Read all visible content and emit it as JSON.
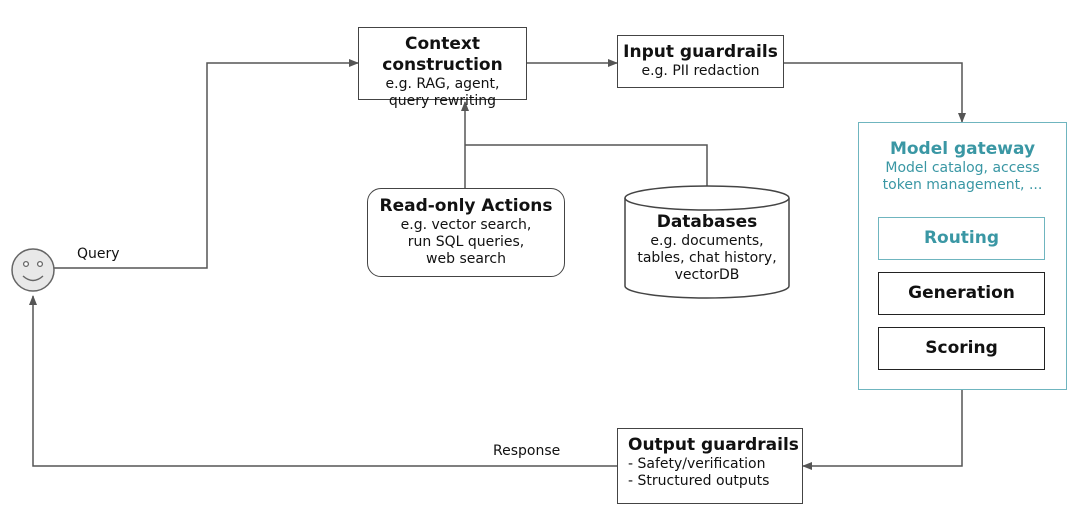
{
  "user": {
    "query_label": "Query",
    "response_label": "Response"
  },
  "context_construction": {
    "title": "Context construction",
    "lines": [
      "e.g. RAG, agent,",
      "query rewriting"
    ]
  },
  "input_guardrails": {
    "title": "Input guardrails",
    "lines": [
      "e.g. PII redaction"
    ]
  },
  "read_only_actions": {
    "title": "Read-only Actions",
    "lines": [
      "e.g. vector search,",
      "run SQL queries,",
      "web search"
    ]
  },
  "databases": {
    "title": "Databases",
    "lines": [
      "e.g. documents,",
      "tables, chat history,",
      "vectorDB"
    ]
  },
  "model_gateway": {
    "title": "Model gateway",
    "lines": [
      "Model catalog, access",
      "token management, ..."
    ],
    "routing": "Routing",
    "generation": "Generation",
    "scoring": "Scoring"
  },
  "output_guardrails": {
    "title": "Output guardrails",
    "lines": [
      "- Safety/verification",
      "- Structured outputs"
    ]
  },
  "colors": {
    "accent": "#3a97a4",
    "stroke": "#444444"
  }
}
